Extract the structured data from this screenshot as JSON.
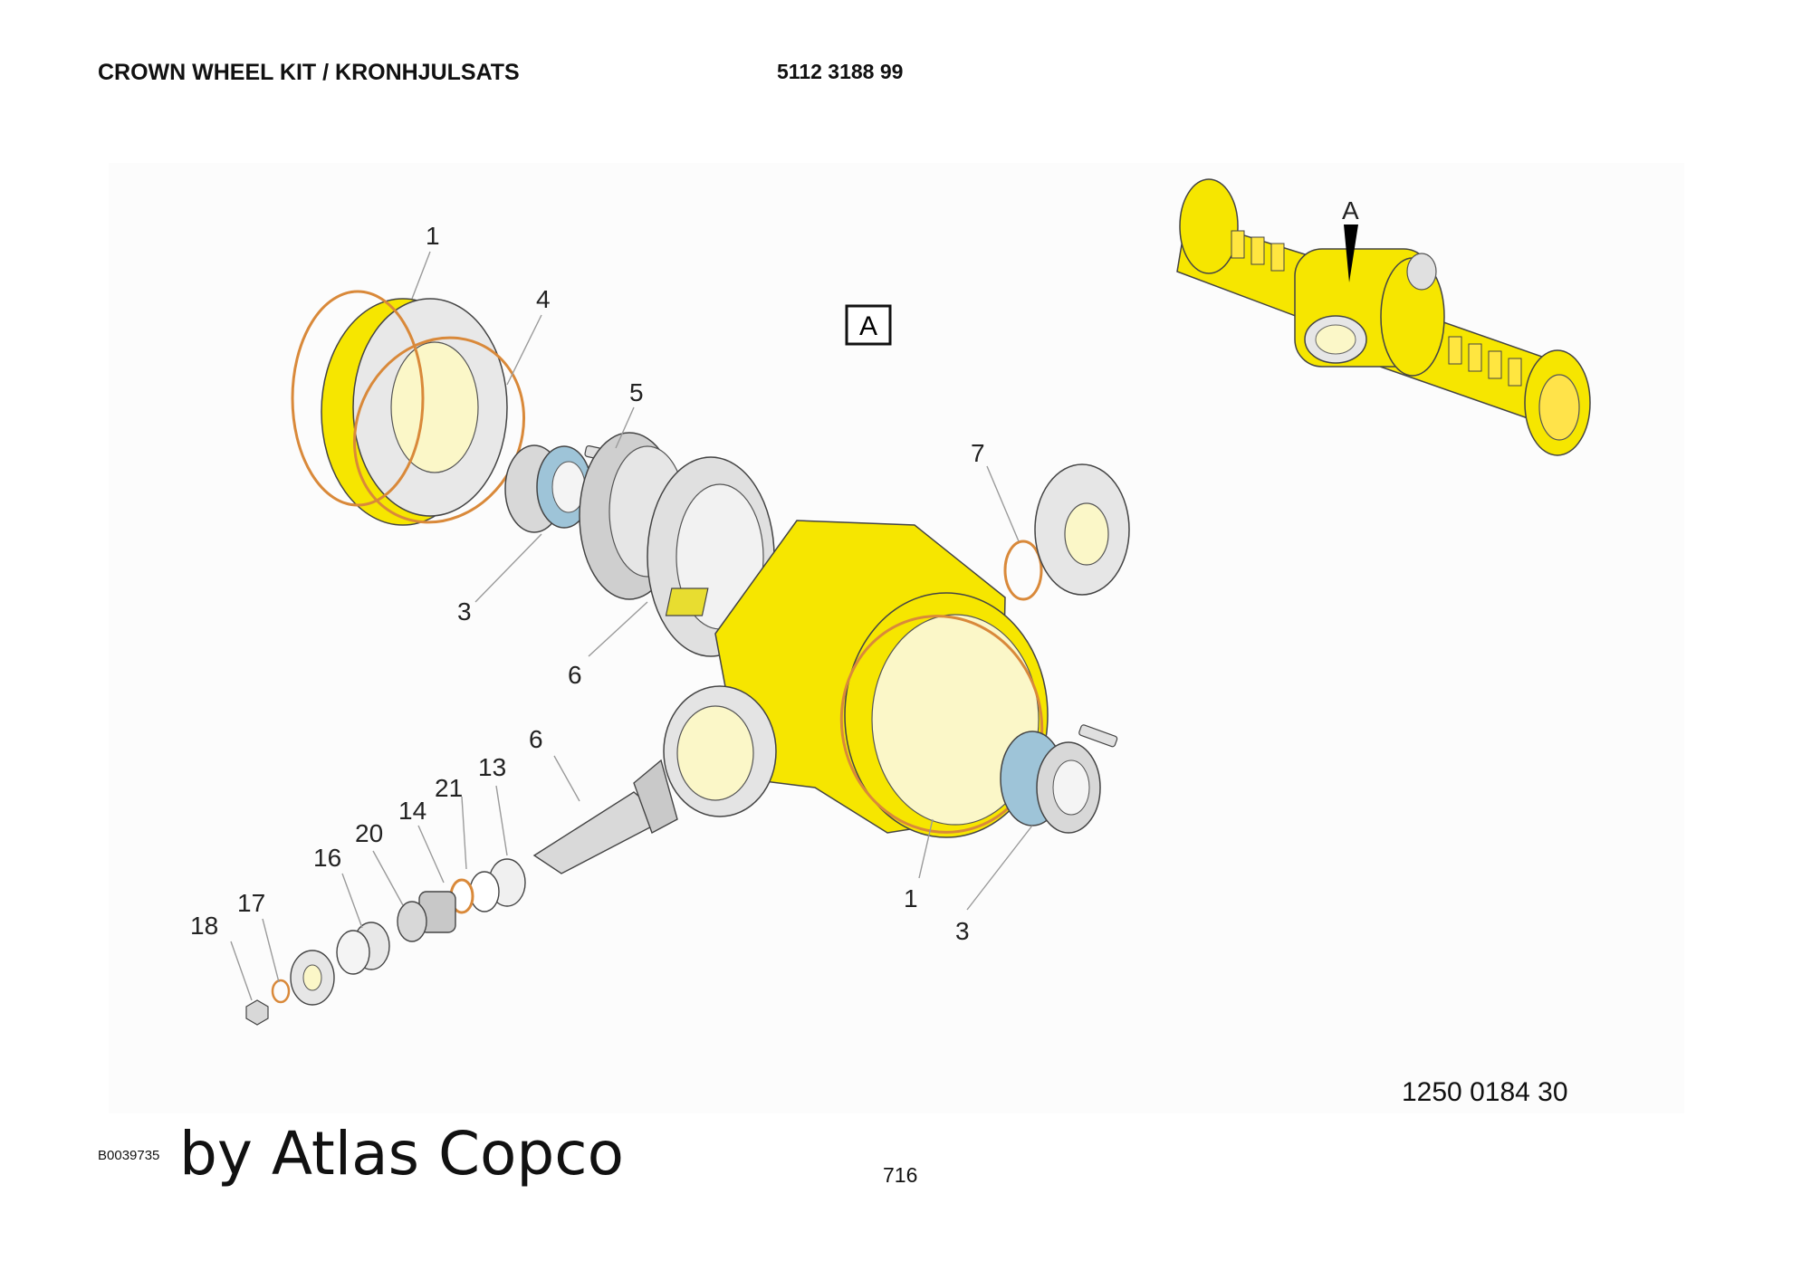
{
  "header": {
    "title": "CROWN WHEEL KIT / KRONHJULSATS",
    "part_number": "5112 3188 99"
  },
  "view_label": "A",
  "locator_label": "A",
  "callouts": [
    {
      "id": "c1a",
      "label": "1"
    },
    {
      "id": "c4",
      "label": "4"
    },
    {
      "id": "c5",
      "label": "5"
    },
    {
      "id": "c3a",
      "label": "3"
    },
    {
      "id": "c6a",
      "label": "6"
    },
    {
      "id": "c7",
      "label": "7"
    },
    {
      "id": "c6b",
      "label": "6"
    },
    {
      "id": "c13",
      "label": "13"
    },
    {
      "id": "c21",
      "label": "21"
    },
    {
      "id": "c14",
      "label": "14"
    },
    {
      "id": "c20",
      "label": "20"
    },
    {
      "id": "c16",
      "label": "16"
    },
    {
      "id": "c17",
      "label": "17"
    },
    {
      "id": "c18",
      "label": "18"
    },
    {
      "id": "c1b",
      "label": "1"
    },
    {
      "id": "c3b",
      "label": "3"
    }
  ],
  "footer": {
    "drawing_ref": "1250 0184 30",
    "image_code": "B0039735",
    "brand": "by Atlas Copco",
    "page_number": "716"
  },
  "colors": {
    "housing_yellow": "#f6e600",
    "oring_orange": "#d9893a",
    "bearing_blue": "#9ec4d8",
    "metal_grey": "#d8d8d8",
    "outline": "#444444"
  }
}
